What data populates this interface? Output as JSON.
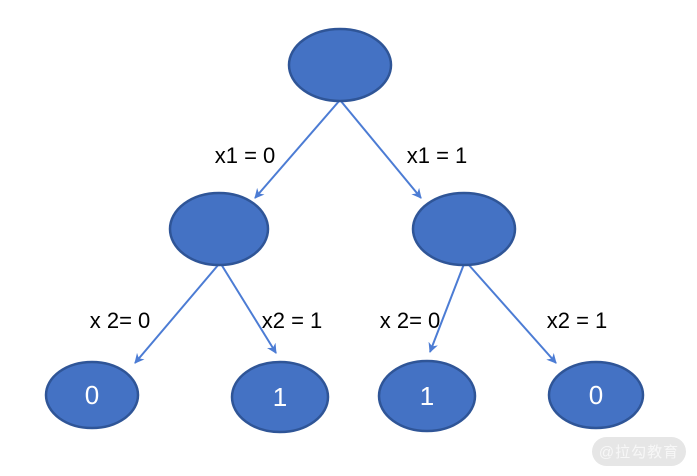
{
  "diagram": {
    "background": "#FFFFFF",
    "colors": {
      "node_fill": "#4472C4",
      "node_stroke": "#2F5597",
      "arrow": "#4C7CD4",
      "edge_label_text": "#000000",
      "leaf_text": "#FFFFFF",
      "watermark_bg": "#E6E6E6",
      "watermark_text": "#F7F7F7"
    },
    "edges": [
      {
        "from": "root",
        "to": "internal-left",
        "label": "x1 = 0"
      },
      {
        "from": "root",
        "to": "internal-right",
        "label": "x1 = 1"
      },
      {
        "from": "internal-left",
        "to": "leaf-1",
        "label": "x 2= 0"
      },
      {
        "from": "internal-left",
        "to": "leaf-2",
        "label": "x2 = 1"
      },
      {
        "from": "internal-right",
        "to": "leaf-3",
        "label": "x 2= 0"
      },
      {
        "from": "internal-right",
        "to": "leaf-4",
        "label": "x2 = 1"
      }
    ],
    "leaves": [
      {
        "value": "0"
      },
      {
        "value": "1"
      },
      {
        "value": "1"
      },
      {
        "value": "0"
      }
    ],
    "watermark": {
      "text": "@拉勾教育"
    }
  }
}
